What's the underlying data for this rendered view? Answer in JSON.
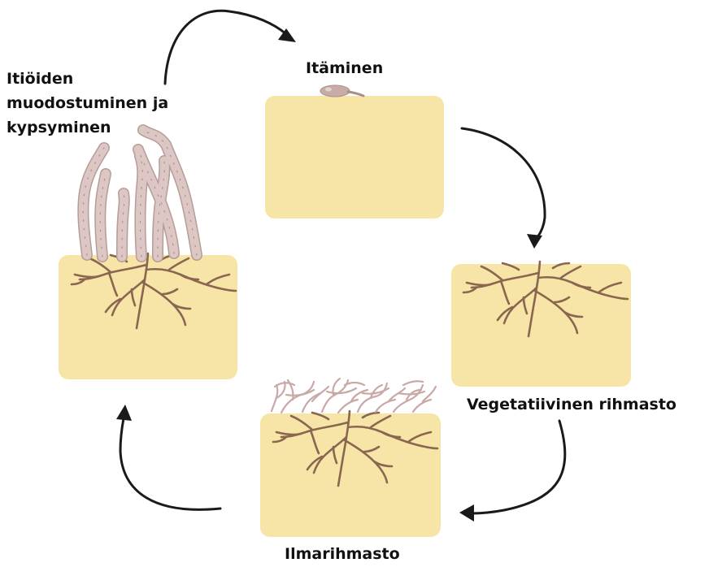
{
  "colors": {
    "substrate": "#f6e5a6",
    "root_hyphae": "#8a6650",
    "aerial_hyphae": "#c8a9a6",
    "spore_hypha_fill": "#dcc7c4",
    "spore_hypha_outline": "#b79c98",
    "arrow": "#1a1a1a",
    "label_text": "#111111"
  },
  "stages": {
    "sporulation": {
      "label_lines": [
        "Itiöiden",
        "muodostuminen ja",
        "kypsyminen"
      ]
    },
    "germination": {
      "label": "Itäminen"
    },
    "vegetative_mycelium": {
      "label": "Vegetatiivinen rihmasto"
    },
    "aerial_mycelium": {
      "label": "Ilmarihmasto"
    }
  },
  "cycle_order": [
    "germination",
    "vegetative_mycelium",
    "aerial_mycelium",
    "sporulation"
  ]
}
